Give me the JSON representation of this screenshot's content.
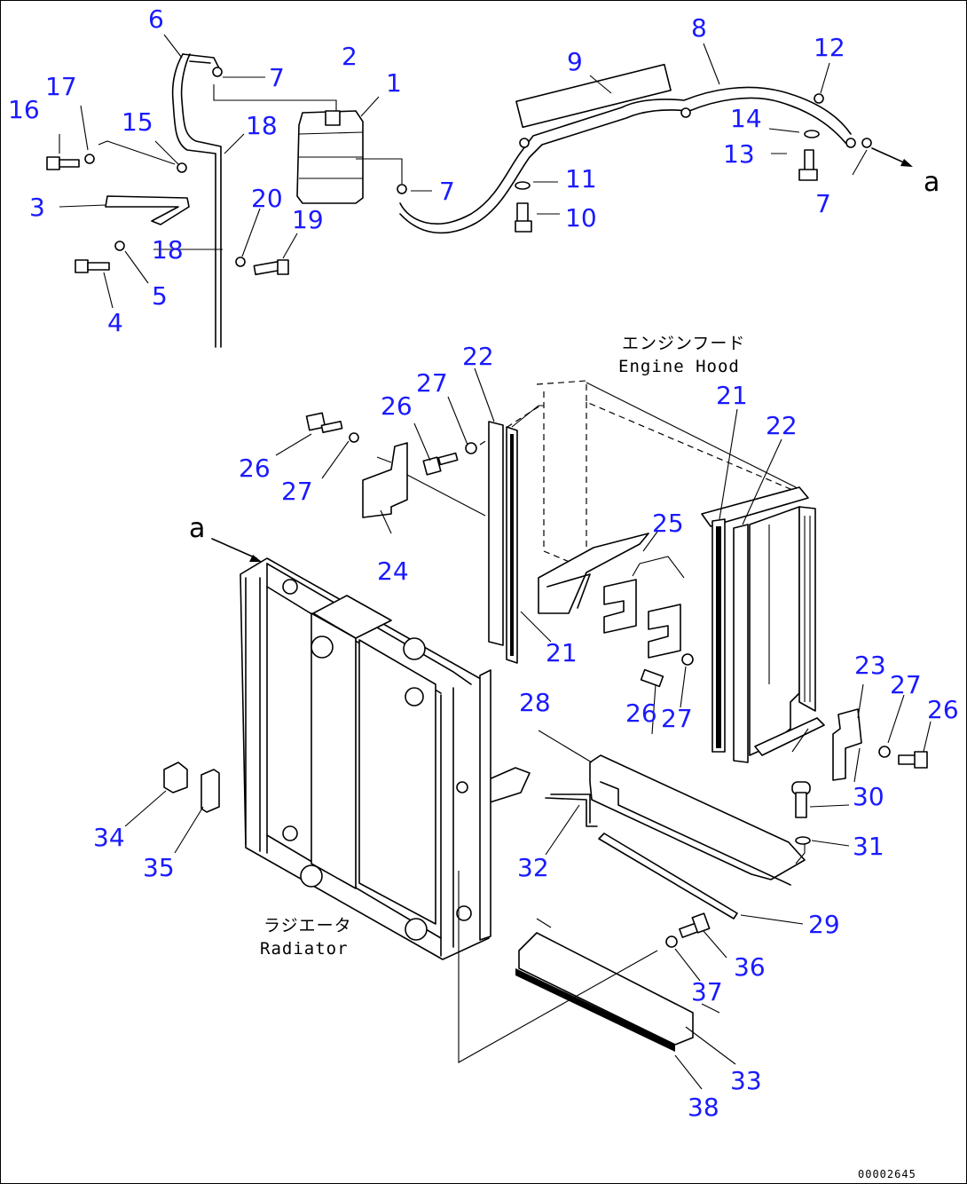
{
  "captions": {
    "hood_jp": "エンジンフード",
    "hood_en": "Engine Hood",
    "radiator_jp": "ラジエータ",
    "radiator_en": "Radiator"
  },
  "connection_ref": "a",
  "drawing_code": "00002645",
  "callouts": [
    "1",
    "2",
    "3",
    "4",
    "5",
    "6",
    "7",
    "8",
    "9",
    "10",
    "11",
    "12",
    "13",
    "14",
    "15",
    "16",
    "17",
    "18",
    "19",
    "20",
    "21",
    "22",
    "23",
    "24",
    "25",
    "26",
    "27",
    "28",
    "29",
    "30",
    "31",
    "32",
    "33",
    "34",
    "35",
    "36",
    "37",
    "38"
  ]
}
